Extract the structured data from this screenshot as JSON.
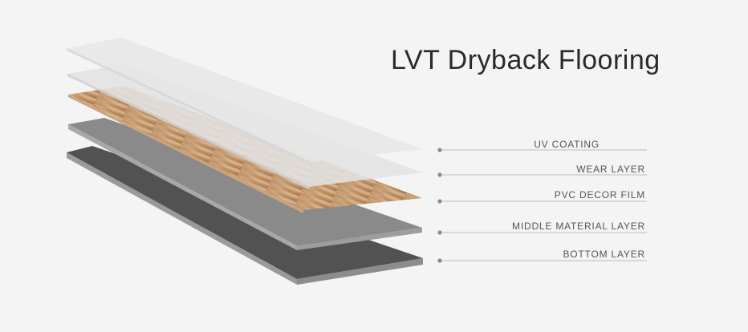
{
  "title": "LVT Dryback Flooring",
  "layers": [
    {
      "label": "UV COATING",
      "color": "#e3e3e3"
    },
    {
      "label": "WEAR LAYER",
      "color": "#dcdcdc"
    },
    {
      "label": "PVC DECOR FILM",
      "color": "#c79a6e"
    },
    {
      "label": "MIDDLE MATERIAL LAYER",
      "color": "#8e8e8e"
    },
    {
      "label": "BOTTOM LAYER",
      "color": "#5a5a5a"
    }
  ],
  "colors": {
    "background": "#f4f4f4",
    "leader_line": "#bdbdbd",
    "label_text": "#555555",
    "title_text": "#2a2a2a"
  }
}
